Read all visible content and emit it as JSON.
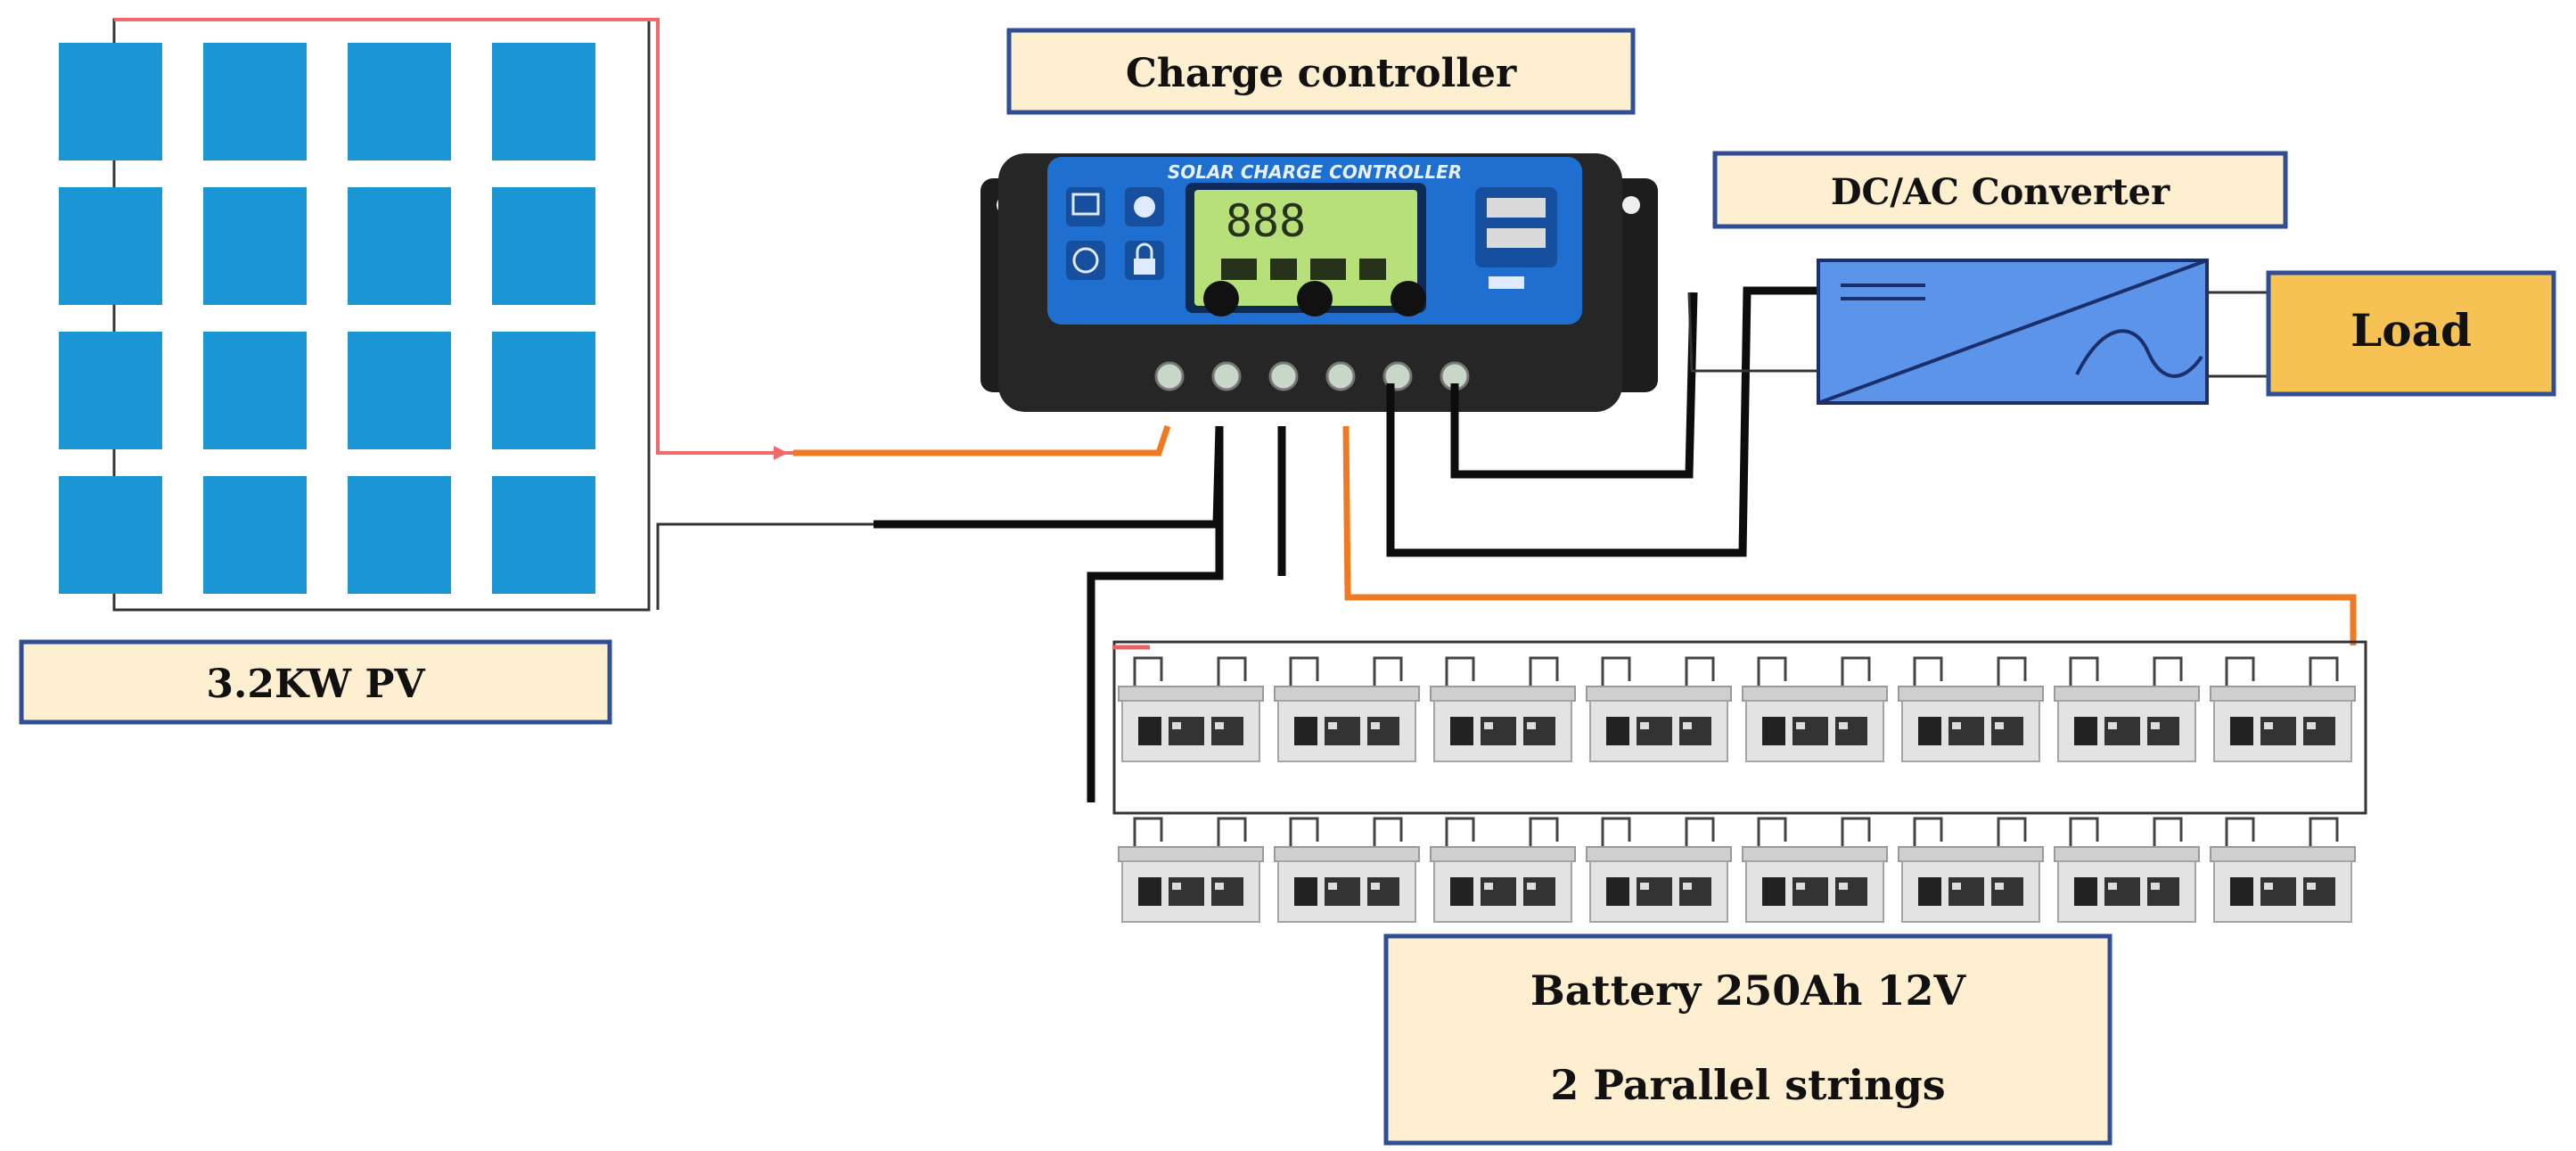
{
  "labels": {
    "pv": "3.2KW PV",
    "controller": "Charge controller",
    "converter": "DC/AC Converter",
    "load": "Load",
    "battery_line1": "Battery 250Ah 12V",
    "battery_line2": "2 Parallel strings"
  },
  "controller_device": {
    "brand_text": "SOLAR CHARGE CONTROLLER",
    "display_text": "888"
  },
  "pv_array": {
    "rows": 4,
    "cols": 4
  },
  "battery_bank": {
    "strings": 2,
    "per_string": 8
  },
  "colors": {
    "label_fill": "#fdefcf",
    "label_border": "#2f4e96",
    "load_fill": "#f5c253",
    "pv_cell": "#1b96d4",
    "controller_face": "#1f6fd1",
    "wire_positive": "#f07a22",
    "wire_negative": "#0c0c0c"
  },
  "icons": [
    "solar-panel-icon",
    "charge-controller-icon",
    "inverter-icon",
    "battery-icon"
  ]
}
